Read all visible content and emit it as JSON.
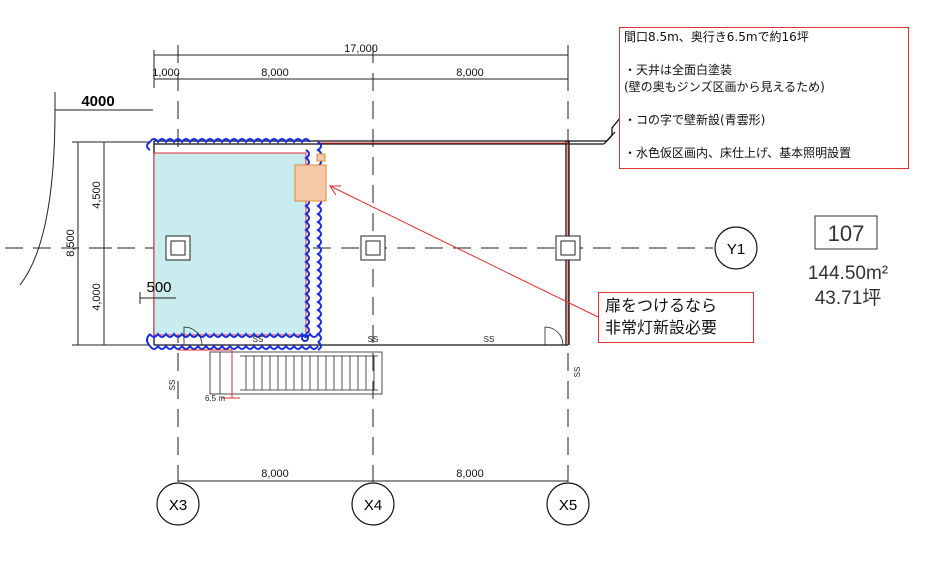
{
  "dimensions": {
    "overall": "17,000",
    "seg_1000": "1,000",
    "seg_a": "8,000",
    "seg_b": "8,000",
    "bottom_a": "8,000",
    "bottom_b": "8,000",
    "left_total": "8,500",
    "left_upper": "4,500",
    "left_lower": "4,000",
    "offset_4000": "4000",
    "offset_500": "500",
    "small_65": "6.5 m"
  },
  "grid": {
    "x3": "X3",
    "x4": "X4",
    "x5": "X5",
    "y1": "Y1"
  },
  "markers": {
    "ss": "SS"
  },
  "room": {
    "number": "107",
    "area_m2": "144.50m²",
    "area_tsubo": "43.71坪"
  },
  "note": {
    "lines": [
      "間口8.5m、奥行き6.5mで約16坪",
      "",
      "・天井は全面白塗装",
      "(壁の奥もジンズ区画から見えるため)",
      "",
      "・コの字で壁新設(青雲形)",
      "",
      "・水色仮区画内、床仕上げ、基本照明設置"
    ]
  },
  "callout": {
    "line1": "扉をつけるなら",
    "line2": "非常灯新設必要"
  },
  "colors": {
    "red": "#e03030",
    "blue": "#1a2ee0",
    "cyan_fill": "#c9ecef",
    "orange_fill": "#f5c9a6",
    "orange_stroke": "#e08a40"
  }
}
